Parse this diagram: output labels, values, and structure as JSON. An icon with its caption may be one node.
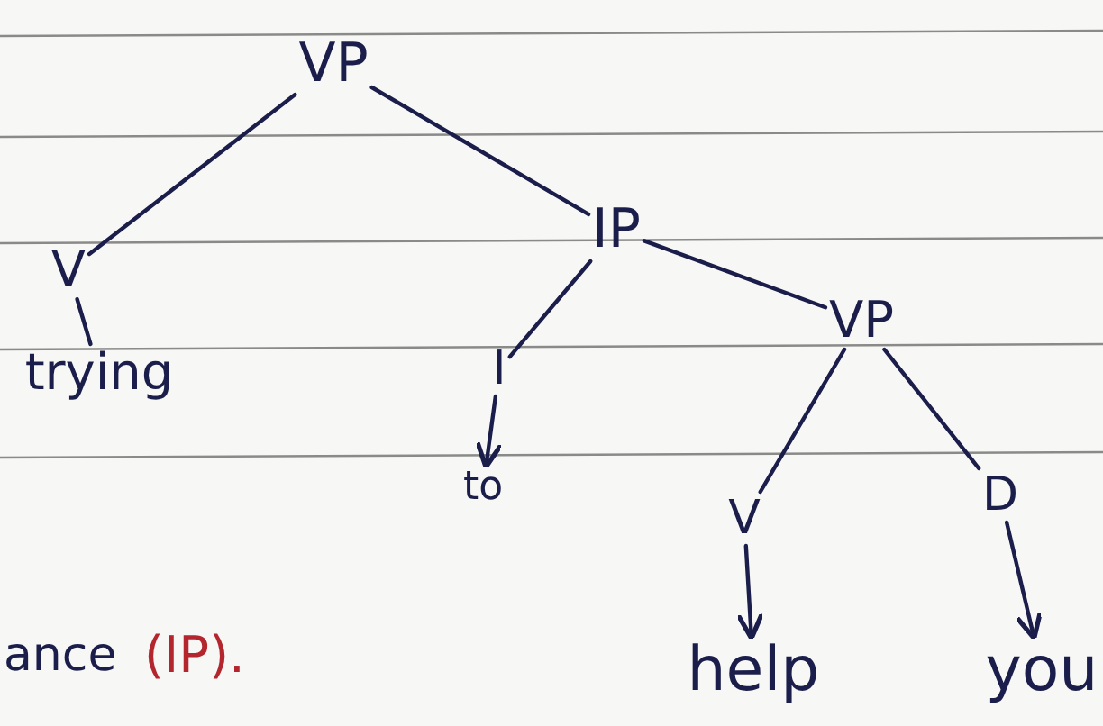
{
  "diagram": {
    "nodes": [
      {
        "text": [
          "VP"
        ]
      },
      {
        "text": [
          "V"
        ]
      },
      {
        "text": [
          "trying"
        ]
      },
      {
        "text": [
          "IP"
        ]
      },
      {
        "text": [
          "I"
        ]
      },
      {
        "text": [
          "to"
        ]
      },
      {
        "text": [
          "VP"
        ]
      },
      {
        "text": [
          "V"
        ]
      },
      {
        "text": [
          "help"
        ]
      },
      {
        "text": [
          "D"
        ]
      },
      {
        "text": [
          "you"
        ]
      }
    ],
    "edges": [
      {
        "from": 0,
        "to": 1,
        "arrow": "none"
      },
      {
        "from": 0,
        "to": 3,
        "arrow": "none"
      },
      {
        "from": 1,
        "to": 2,
        "arrow": "none"
      },
      {
        "from": 3,
        "to": 4,
        "arrow": "none"
      },
      {
        "from": 4,
        "to": 5,
        "arrow": "to"
      },
      {
        "from": 3,
        "to": 6,
        "arrow": "none"
      },
      {
        "from": 6,
        "to": 7,
        "arrow": "none"
      },
      {
        "from": 6,
        "to": 9,
        "arrow": "none"
      },
      {
        "from": 7,
        "to": 8,
        "arrow": "to"
      },
      {
        "from": 9,
        "to": 10,
        "arrow": "to"
      }
    ],
    "labels": [
      "ance",
      "(IP)."
    ]
  }
}
